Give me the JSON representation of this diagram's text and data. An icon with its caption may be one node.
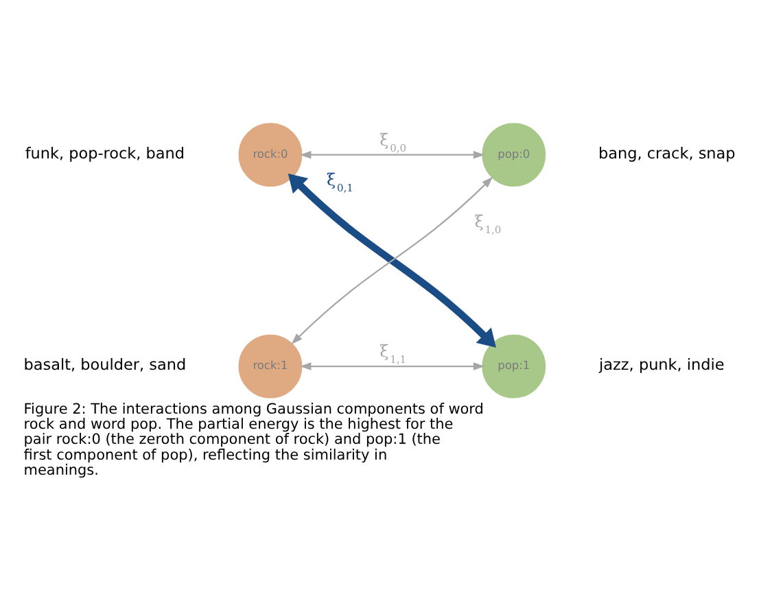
{
  "diagram": {
    "caption": "Figure 2: The interactions among Gaussian components of word rock and word pop. The partial energy is the highest for the pair rock:0 (the zeroth component of rock) and pop:1 (the first component of pop), reflecting the similarity in meanings.",
    "nodes": [
      {
        "text": [
          "rock:0"
        ],
        "beside": [
          "funk, pop-rock, band"
        ]
      },
      {
        "text": [
          "pop:0"
        ],
        "beside": [
          "bang, crack, snap"
        ]
      },
      {
        "text": [
          "rock:1"
        ],
        "beside": [
          "basalt, boulder, sand"
        ]
      },
      {
        "text": [
          "pop:1"
        ],
        "beside": [
          "jazz, punk, indie"
        ]
      }
    ],
    "edges": [
      {
        "from": 0,
        "to": 1,
        "arrow": "both",
        "label": "ξ$_{0,0}$"
      },
      {
        "from": 0,
        "to": 3,
        "arrow": "both",
        "label": "ξ$_{0,1}$",
        "style": "thick",
        "color": "#1a4d85"
      },
      {
        "from": 2,
        "to": 1,
        "arrow": "both",
        "label": "ξ$_{1,0}$"
      },
      {
        "from": 2,
        "to": 3,
        "arrow": "both",
        "label": "ξ$_{1,1}$"
      }
    ]
  }
}
